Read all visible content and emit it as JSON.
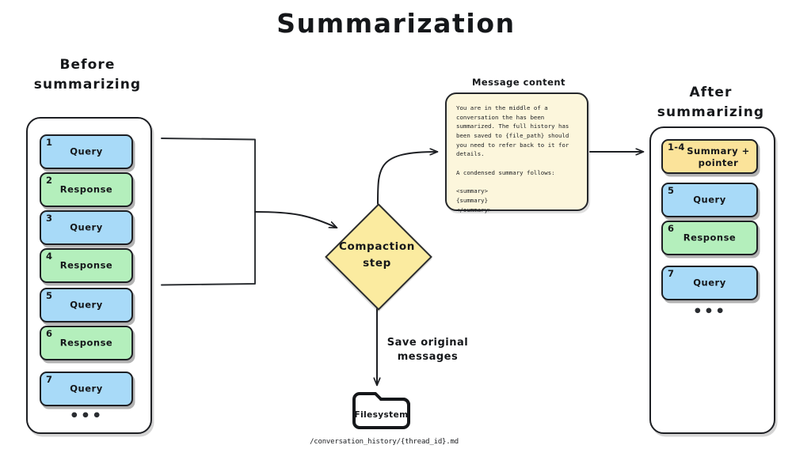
{
  "title": "Summarization",
  "columns": {
    "before": {
      "heading_line1": "Before",
      "heading_line2": "summarizing",
      "ellipsis": "•••",
      "items": [
        {
          "index": "1",
          "label": "Query",
          "kind": "query"
        },
        {
          "index": "2",
          "label": "Response",
          "kind": "response"
        },
        {
          "index": "3",
          "label": "Query",
          "kind": "query"
        },
        {
          "index": "4",
          "label": "Response",
          "kind": "response"
        },
        {
          "index": "5",
          "label": "Query",
          "kind": "query"
        },
        {
          "index": "6",
          "label": "Response",
          "kind": "response"
        },
        {
          "index": "7",
          "label": "Query",
          "kind": "query"
        }
      ]
    },
    "after": {
      "heading_line1": "After",
      "heading_line2": "summarizing",
      "ellipsis": "•••",
      "items": [
        {
          "index": "1-4",
          "label": "Summary +\npointer",
          "kind": "summary"
        },
        {
          "index": "5",
          "label": "Query",
          "kind": "query"
        },
        {
          "index": "6",
          "label": "Response",
          "kind": "response"
        },
        {
          "index": "7",
          "label": "Query",
          "kind": "query"
        }
      ]
    }
  },
  "process": {
    "diamond_line1": "Compaction",
    "diamond_line2": "step",
    "save_label_line1": "Save original",
    "save_label_line2": "messages"
  },
  "message_content": {
    "caption": "Message content",
    "body": "You are in the middle of a\nconversation the has been\nsummarized. The full history has\nbeen saved to {file_path} should\nyou need to refer back to it for\ndetails.\n\nA condensed summary follows:\n\n<summary>\n{summary}\n</summary>"
  },
  "filesystem": {
    "label": "Filesystem",
    "path": "/conversation_history/{thread_id}.md"
  },
  "colors": {
    "query": "#a8daf8",
    "response": "#b4efbc",
    "summary": "#fbe39a",
    "diamond": "#fbeba0",
    "message_box": "#fcf6dc",
    "stroke": "#1d1f23",
    "background": "#ffffff"
  }
}
